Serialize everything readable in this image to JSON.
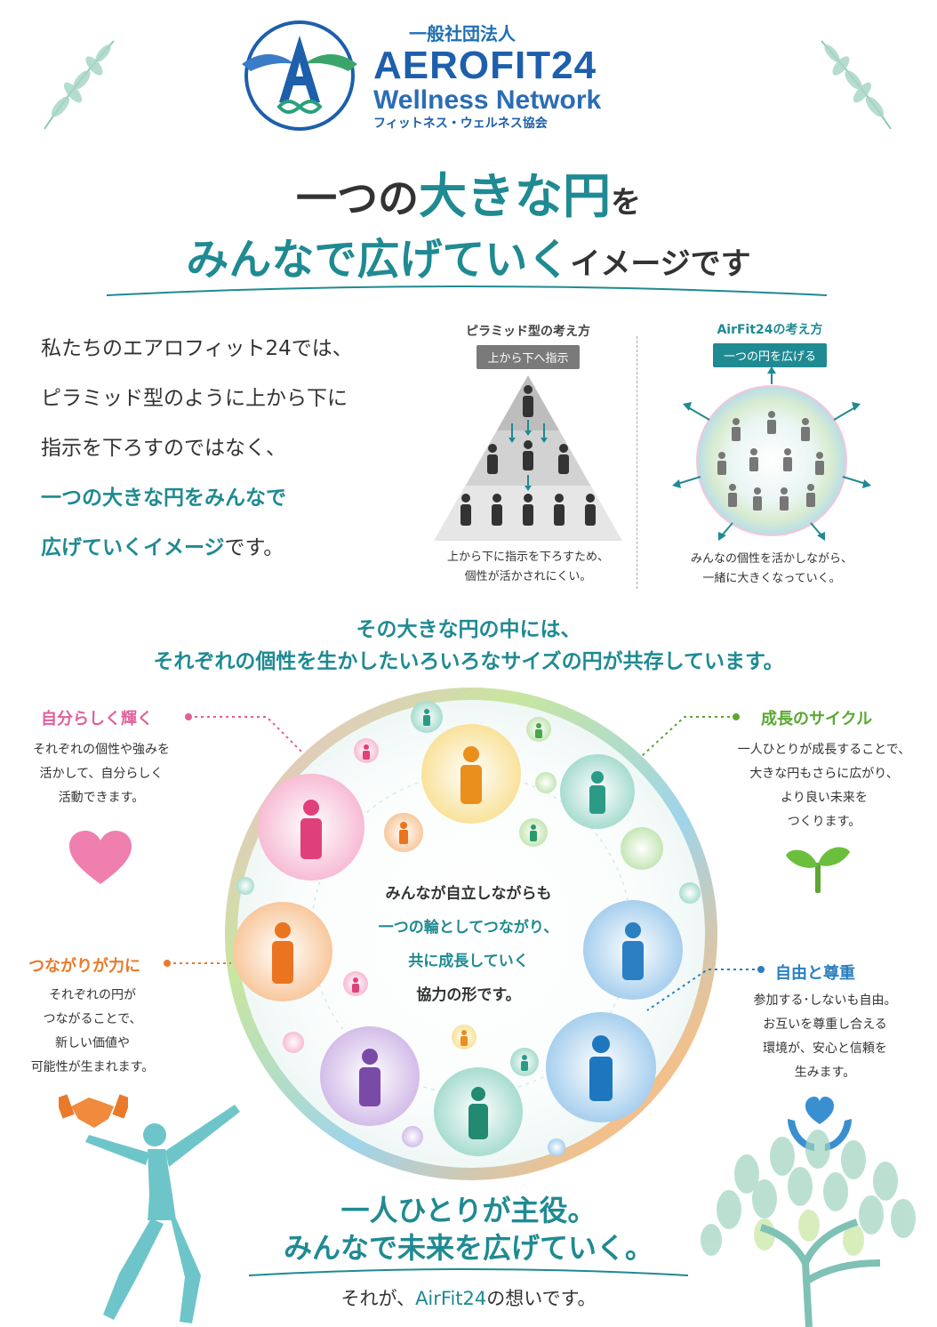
{
  "header": {
    "org_type": "一般社団法人",
    "brand": "AEROFIT24",
    "brand_sub": "Wellness Network",
    "brand_jp": "フィットネス・ウェルネス協会"
  },
  "headline": {
    "line1_a": "一つの",
    "line1_b": "大きな円",
    "line1_c": "を",
    "line2_a": "みんなで広げていく",
    "line2_b": "イメージです"
  },
  "intro": {
    "line1": "私たちのエアロフィット24では、",
    "line2": "ピラミッド型のように上から下に",
    "line3": "指示を下ろすのではなく、",
    "line4": "一つの大きな円をみんなで",
    "line5a": "広げていくイメージ",
    "line5b": "です。"
  },
  "pyramid": {
    "title": "ピラミッド型の考え方",
    "tag": "上から下へ指示",
    "caption1": "上から下に指示を下ろすため、",
    "caption2": "個性が活かされにくい。"
  },
  "airfit": {
    "title": "AirFit24の考え方",
    "tag": "一つの円を広げる",
    "caption1": "みんなの個性を活かしながら、",
    "caption2": "一緒に大きくなっていく。"
  },
  "section2": {
    "line1": "その大きな円の中には、",
    "line2": "それぞれの個性を生かしたいろいろなサイズの円が共存しています。"
  },
  "points": {
    "shine": {
      "title": "自分らしく輝く",
      "desc1": "それぞれの個性や強みを",
      "desc2": "活かして、自分らしく",
      "desc3": "活動できます。"
    },
    "growth": {
      "title": "成長のサイクル",
      "desc1": "一人ひとりが成長することで、",
      "desc2": "大きな円もさらに広がり、",
      "desc3": "より良い未来を",
      "desc4": "つくります。"
    },
    "connect": {
      "title": "つながりが力に",
      "desc1": "それぞれの円が",
      "desc2": "つながることで、",
      "desc3": "新しい価値や",
      "desc4": "可能性が生まれます。"
    },
    "freedom": {
      "title": "自由と尊重",
      "desc1": "参加する･しないも自由。",
      "desc2": "お互いを尊重し合える",
      "desc3": "環境が、安心と信頼を",
      "desc4": "生みます。"
    }
  },
  "center": {
    "line1": "みんなが自立しながらも",
    "line2": "一つの輪としてつながり、",
    "line3": "共に成長していく",
    "line4": "協力の形です。"
  },
  "footer": {
    "line1": "一人ひとりが主役。",
    "line2": "みんなで未来を広げていく。",
    "line3a": "それが、",
    "line3b": "AirFit24",
    "line3c": "の想いです。"
  },
  "colors": {
    "teal": "#1f8a92",
    "brand_blue": "#1d5fab",
    "pink": "#e0609a",
    "green": "#5aa832",
    "orange": "#ea7a2a",
    "blue": "#2a7fc0"
  }
}
